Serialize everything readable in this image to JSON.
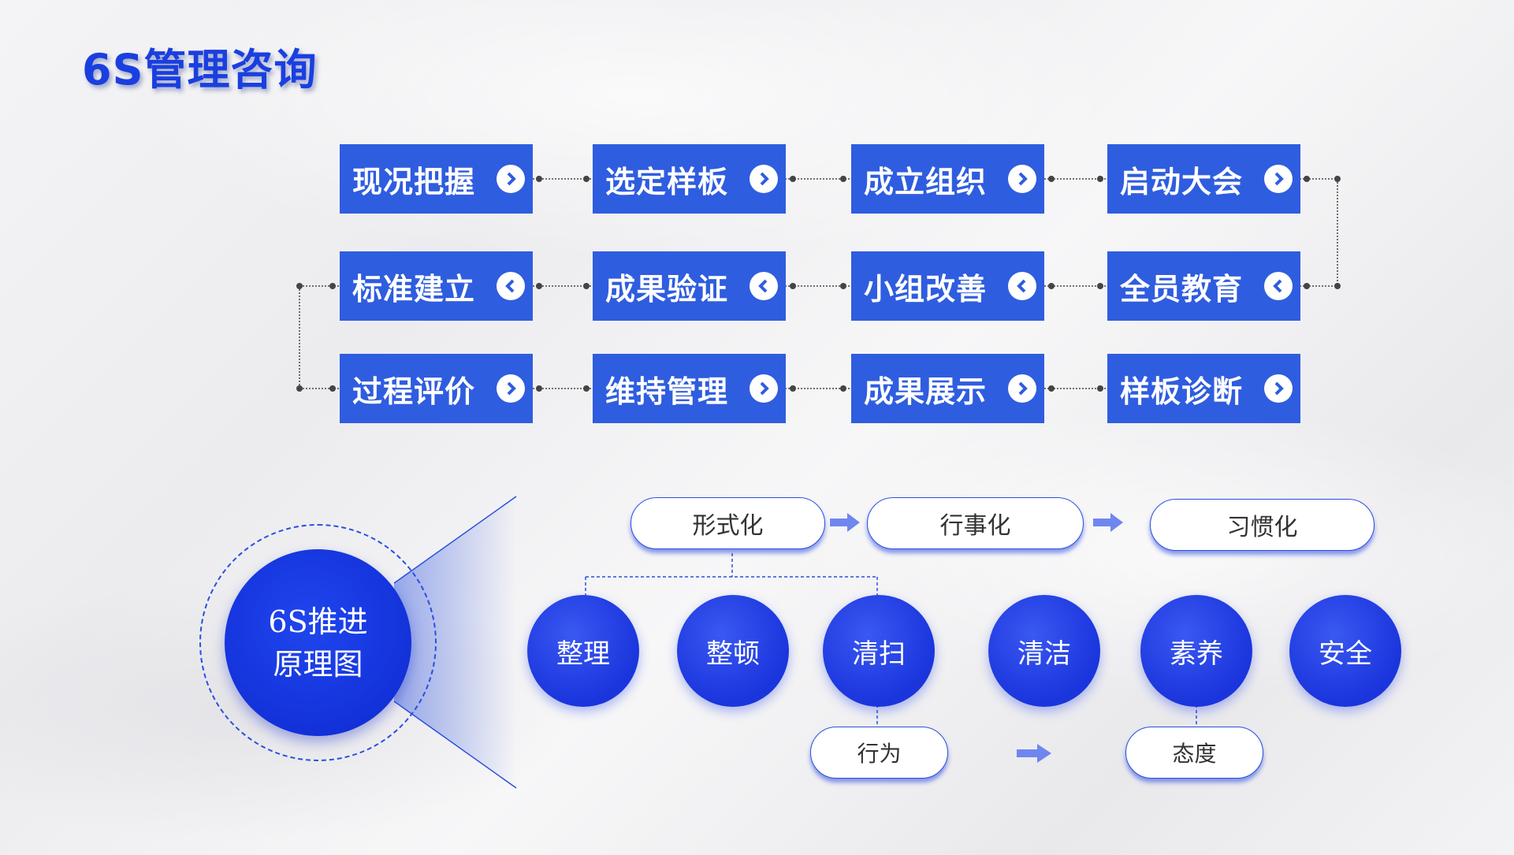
{
  "title": "6S管理咨询",
  "steps": {
    "row1": [
      "现况把握",
      "选定样板",
      "成立组织",
      "启动大会"
    ],
    "row2": [
      "标准建立",
      "成果验证",
      "小组改善",
      "全员教育"
    ],
    "row3": [
      "过程评价",
      "维持管理",
      "成果展示",
      "样板诊断"
    ]
  },
  "principle": {
    "center_line1": "6S推进",
    "center_line2": "原理图",
    "stages": [
      "形式化",
      "行事化",
      "习惯化"
    ],
    "items": [
      "整理",
      "整顿",
      "清扫",
      "清洁",
      "素养",
      "安全"
    ],
    "outcomes": [
      "行为",
      "态度"
    ]
  },
  "colors": {
    "accent": "#2f5ddf",
    "title": "#1a3fe0",
    "circle": "#1a35dc"
  },
  "icons": {
    "forward": "chevron-right-circle-icon",
    "back": "chevron-left-circle-icon",
    "flow": "arrow-right-icon"
  }
}
